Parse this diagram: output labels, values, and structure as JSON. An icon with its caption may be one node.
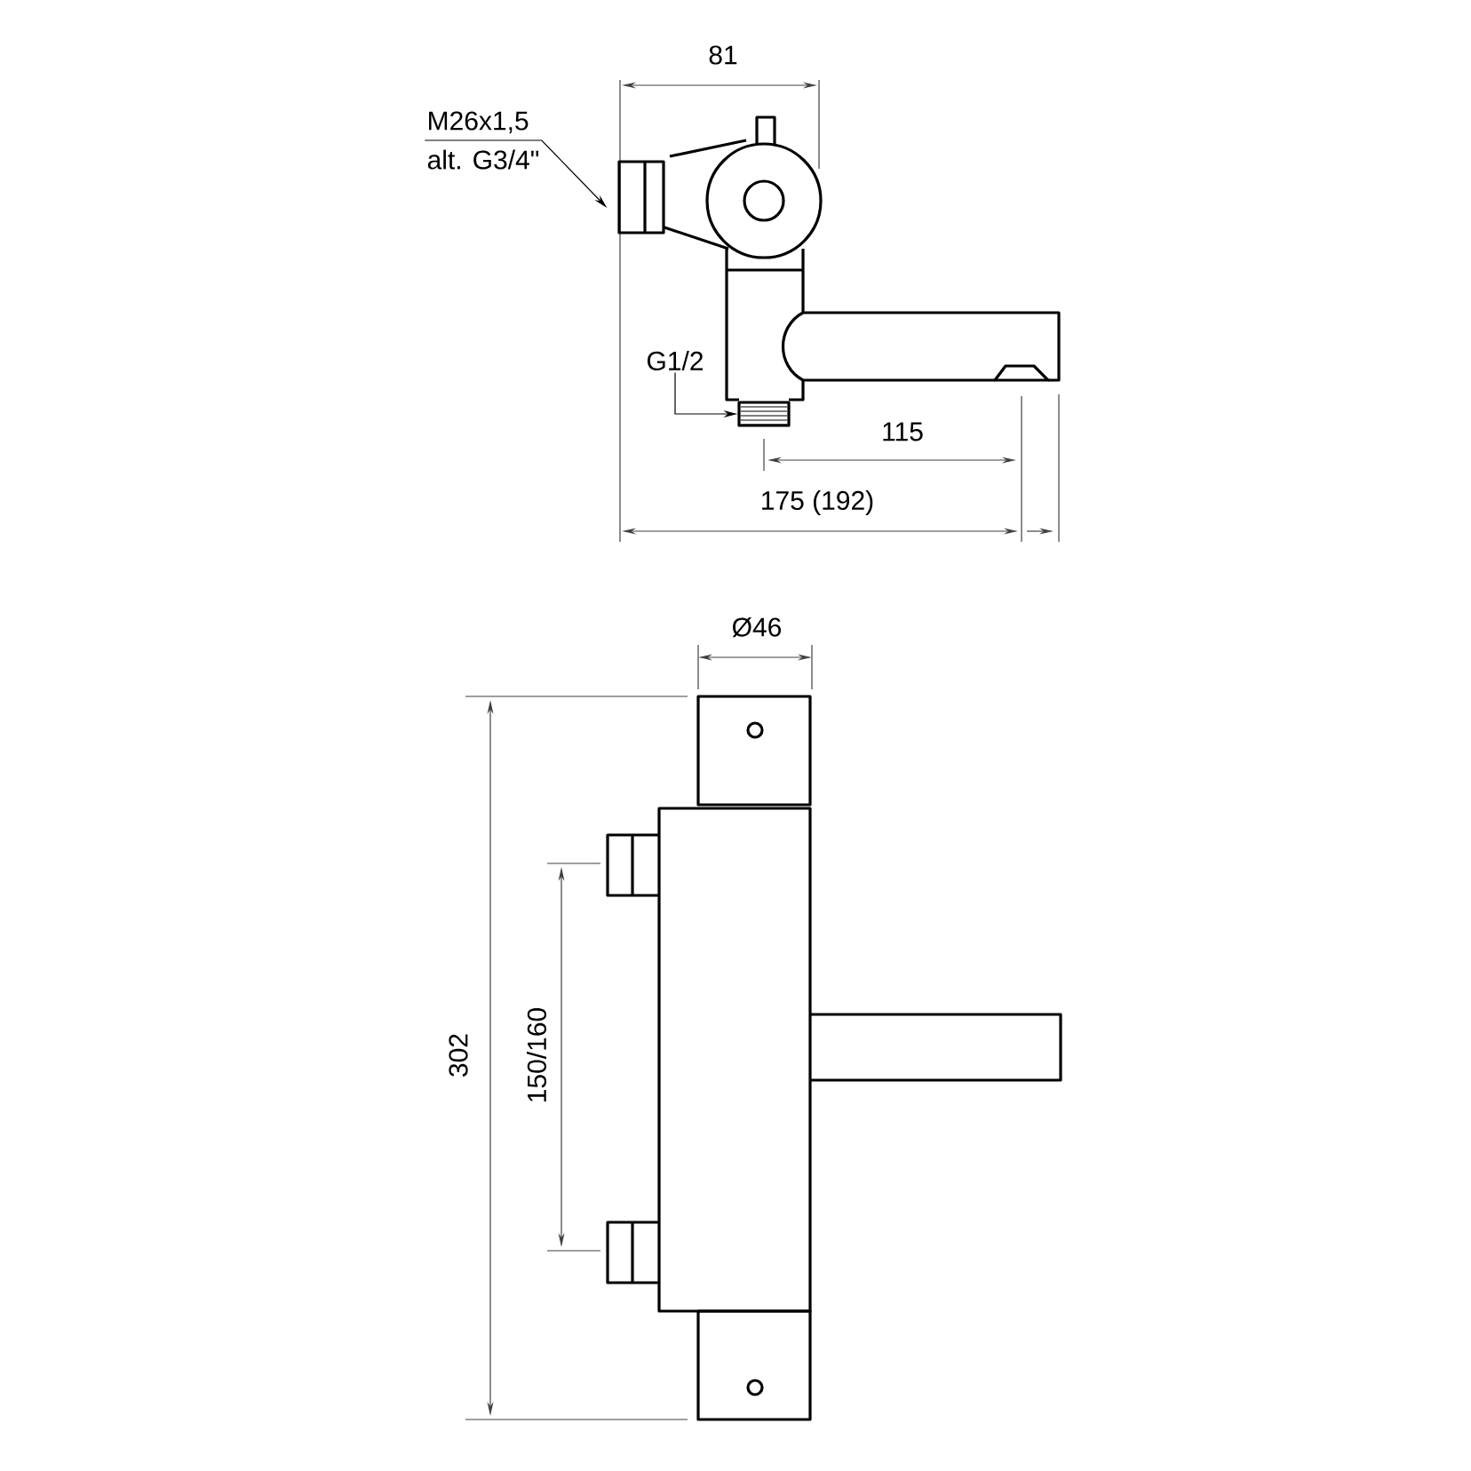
{
  "diagram": {
    "nodes": [
      {
        "text": [
          "M26x1,5",
          "alt. G3/4\""
        ]
      },
      {
        "text": [],
        "shape": "picture"
      },
      {
        "text": [
          "G1/2"
        ]
      },
      {
        "text": [],
        "shape": "picture"
      }
    ],
    "edges": [
      {
        "from": 0,
        "to": 1,
        "arrow": "to"
      },
      {
        "from": 2,
        "to": 3,
        "arrow": "to"
      }
    ],
    "labels": [
      "81",
      "115",
      "175 (192)",
      "Ø46",
      "302",
      "150/160"
    ]
  }
}
